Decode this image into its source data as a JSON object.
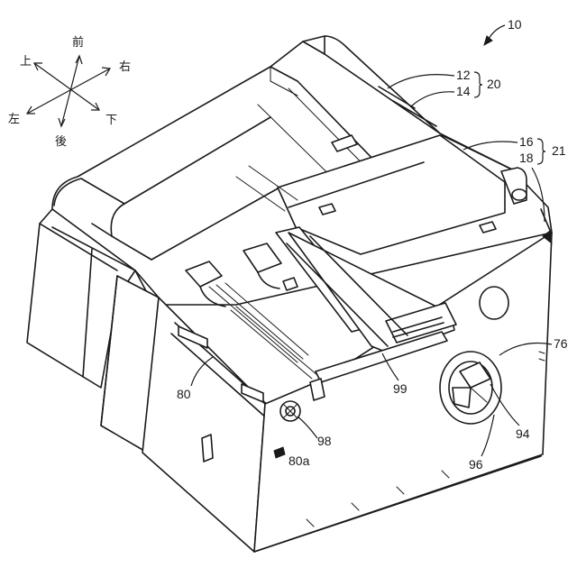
{
  "figure": {
    "reference_number": "10",
    "labels": {
      "l12": "12",
      "l14": "14",
      "l20": "20",
      "l16": "16",
      "l18": "18",
      "l21": "21",
      "l76": "76",
      "l80": "80",
      "l80a": "80a",
      "l94": "94",
      "l96": "96",
      "l98": "98",
      "l99": "99"
    }
  },
  "compass": {
    "front": "前",
    "up": "上",
    "right": "右",
    "left": "左",
    "down": "下",
    "back": "後"
  }
}
